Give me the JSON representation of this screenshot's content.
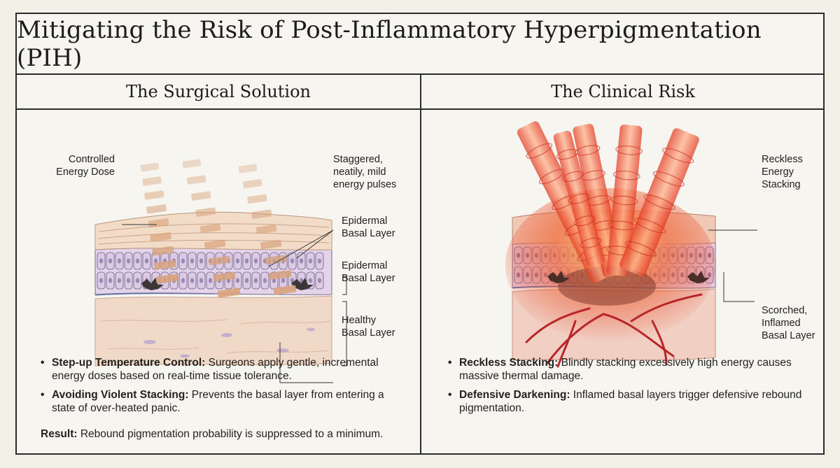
{
  "title": "Mitigating the Risk of Post-Inflammatory Hyperpigmentation (PIH)",
  "left": {
    "heading": "The Surgical Solution",
    "labels": {
      "controlled_dose": "Controlled\nEnergy Dose",
      "staggered": "Staggered,\nneatily, mild\nenergy pulses",
      "epidermal_top": "Epidermal\nBasal Layer",
      "epidermal_mid": "Epidermal\nBasal Layer",
      "healthy": "Healthy\nBasal Layer"
    },
    "bullets": [
      {
        "term": "Step-up Temperature Control:",
        "text": " Surgeons apply gentle, incremental energy doses based on real-time tissue tolerance."
      },
      {
        "term": "Avoiding Violent Stacking:",
        "text": " Prevents the basal layer from entering a state of over-heated panic."
      }
    ],
    "result_term": "Result:",
    "result_text": " Rebound pigmentation probability is suppressed to a minimum."
  },
  "right": {
    "heading": "The Clinical Risk",
    "labels": {
      "reckless": "Reckless\nEnergy\nStacking",
      "scorched": "Scorched,\nInflamed\nBasal Layer"
    },
    "bullets": [
      {
        "term": "Reckless Stacking:",
        "text": " Blindly stacking excessively high energy causes massive thermal damage."
      },
      {
        "term": "Defensive Darkening:",
        "text": " Inflamed basal layers trigger defensive rebound pigmentation."
      }
    ]
  },
  "colors": {
    "border": "#2b2b2b",
    "background": "#f7f5ef",
    "cell_fill": "#d9c8e0",
    "cell_nucleus": "#9b88b4",
    "pulse": "#d8a27c",
    "laser": "#e8452a",
    "vessel": "#b8262a",
    "basal_line": "#4a73b8"
  }
}
